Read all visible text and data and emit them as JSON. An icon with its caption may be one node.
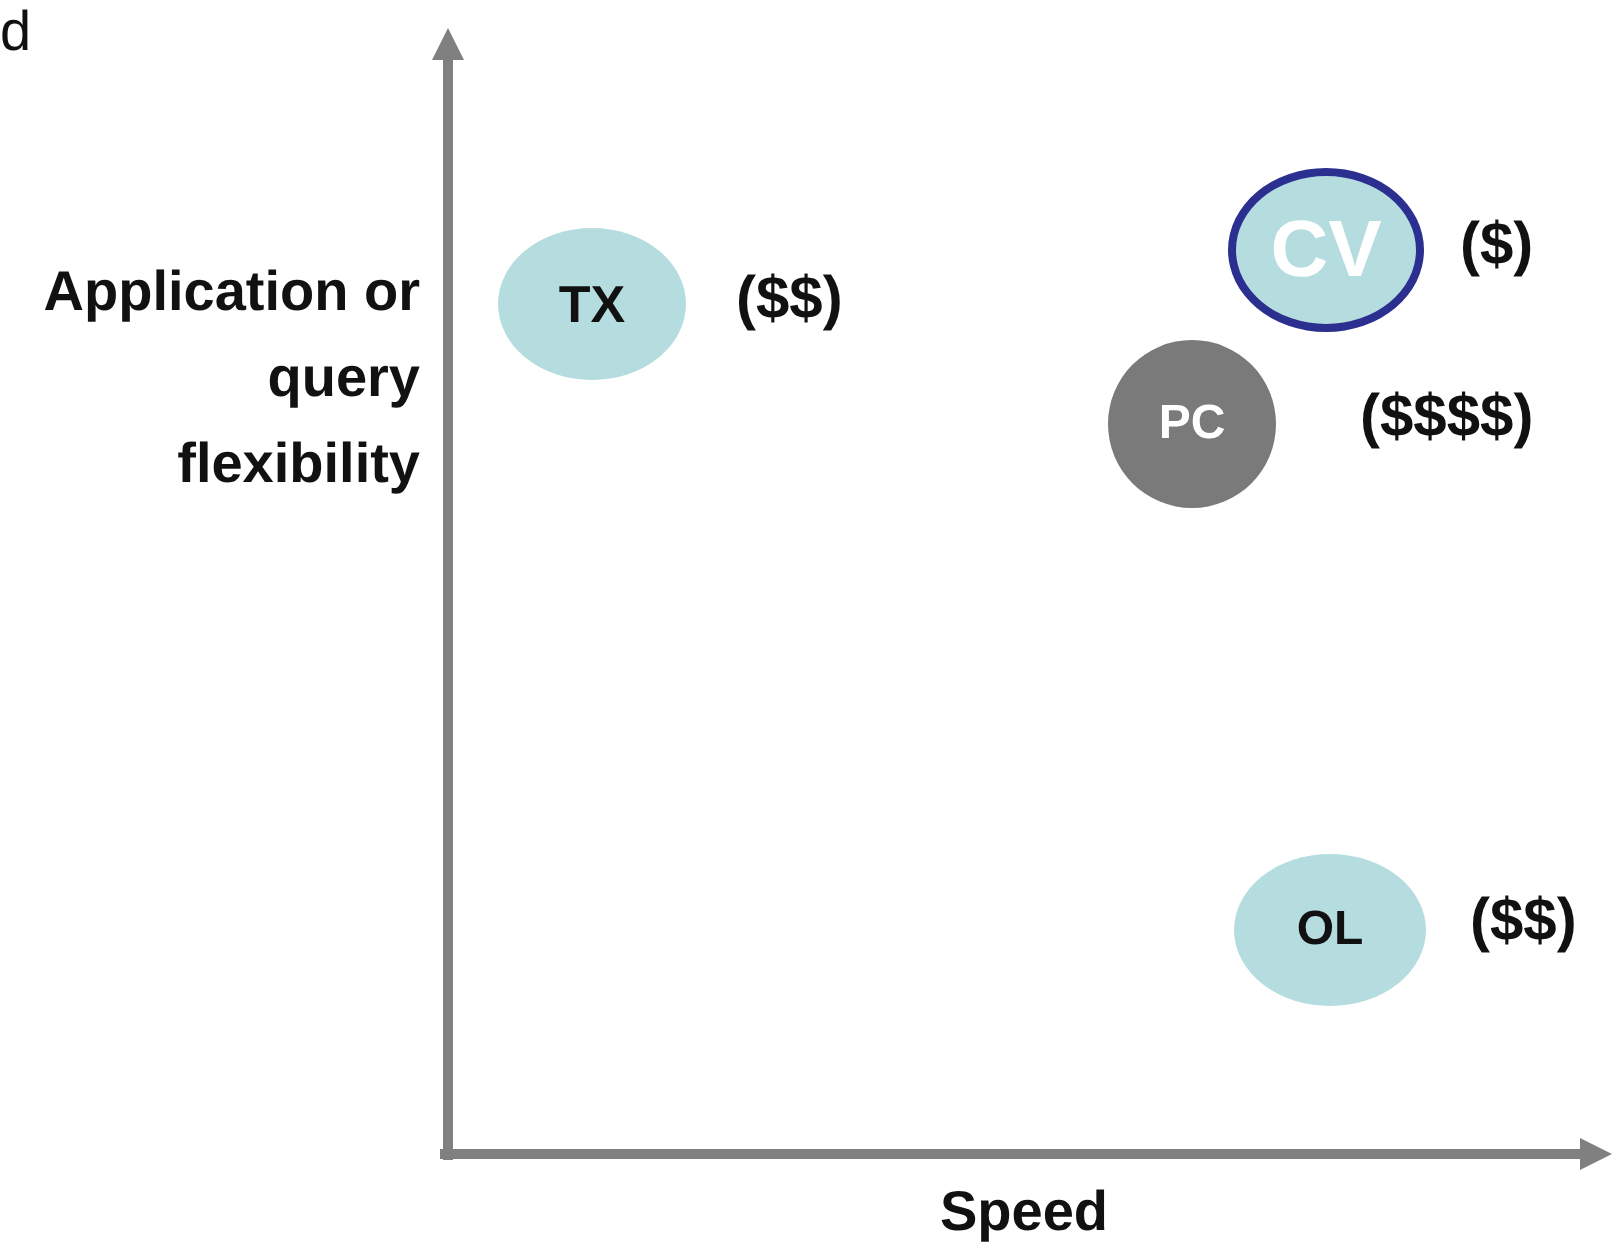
{
  "diagram": {
    "nodes": [
      {
        "text": [
          "TX"
        ],
        "beside": [
          "($$)"
        ]
      },
      {
        "text": [
          "CV"
        ],
        "beside": [
          "($)"
        ]
      },
      {
        "text": [
          "PC"
        ],
        "beside": [
          "($$$$)"
        ]
      },
      {
        "text": [
          "OL"
        ],
        "beside": [
          "($$)"
        ]
      }
    ],
    "labels": [
      "d",
      "Application or query flexibility",
      "Speed"
    ]
  }
}
